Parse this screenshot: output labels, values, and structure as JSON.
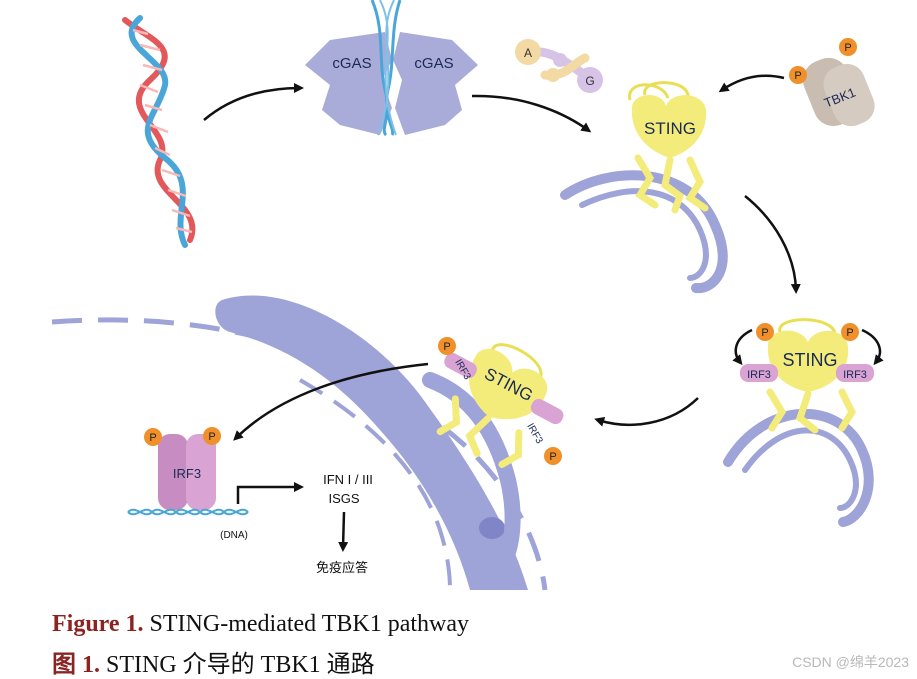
{
  "labels": {
    "cgas_left": "cGAS",
    "cgas_right": "cGAS",
    "cgamp_a": "A",
    "cgamp_g": "G",
    "tbk1": "TBK1",
    "p": "P",
    "sting": "STING",
    "irf3": "IRF3",
    "ifn": "IFN I / III",
    "isgs": "ISGS",
    "dna": "(DNA)",
    "immune": "免疫应答"
  },
  "caption": {
    "en_label": "Figure 1.",
    "en_text": " STING-mediated TBK1 pathway",
    "zh_label": "图 1.",
    "zh_text": " STING 介导的 TBK1 通路"
  },
  "watermark": "CSDN @绵羊2023",
  "colors": {
    "membrane": "#9ea3d8",
    "sting": "#f4ec7a",
    "irf3": "#d9a3d3",
    "phospho": "#f0902a",
    "tbk1": "#c9bcb1",
    "cgas": "#a9acd9",
    "dna_red": "#e2585b",
    "dna_blue": "#4aa6d8",
    "caption_label": "#8b2323"
  }
}
